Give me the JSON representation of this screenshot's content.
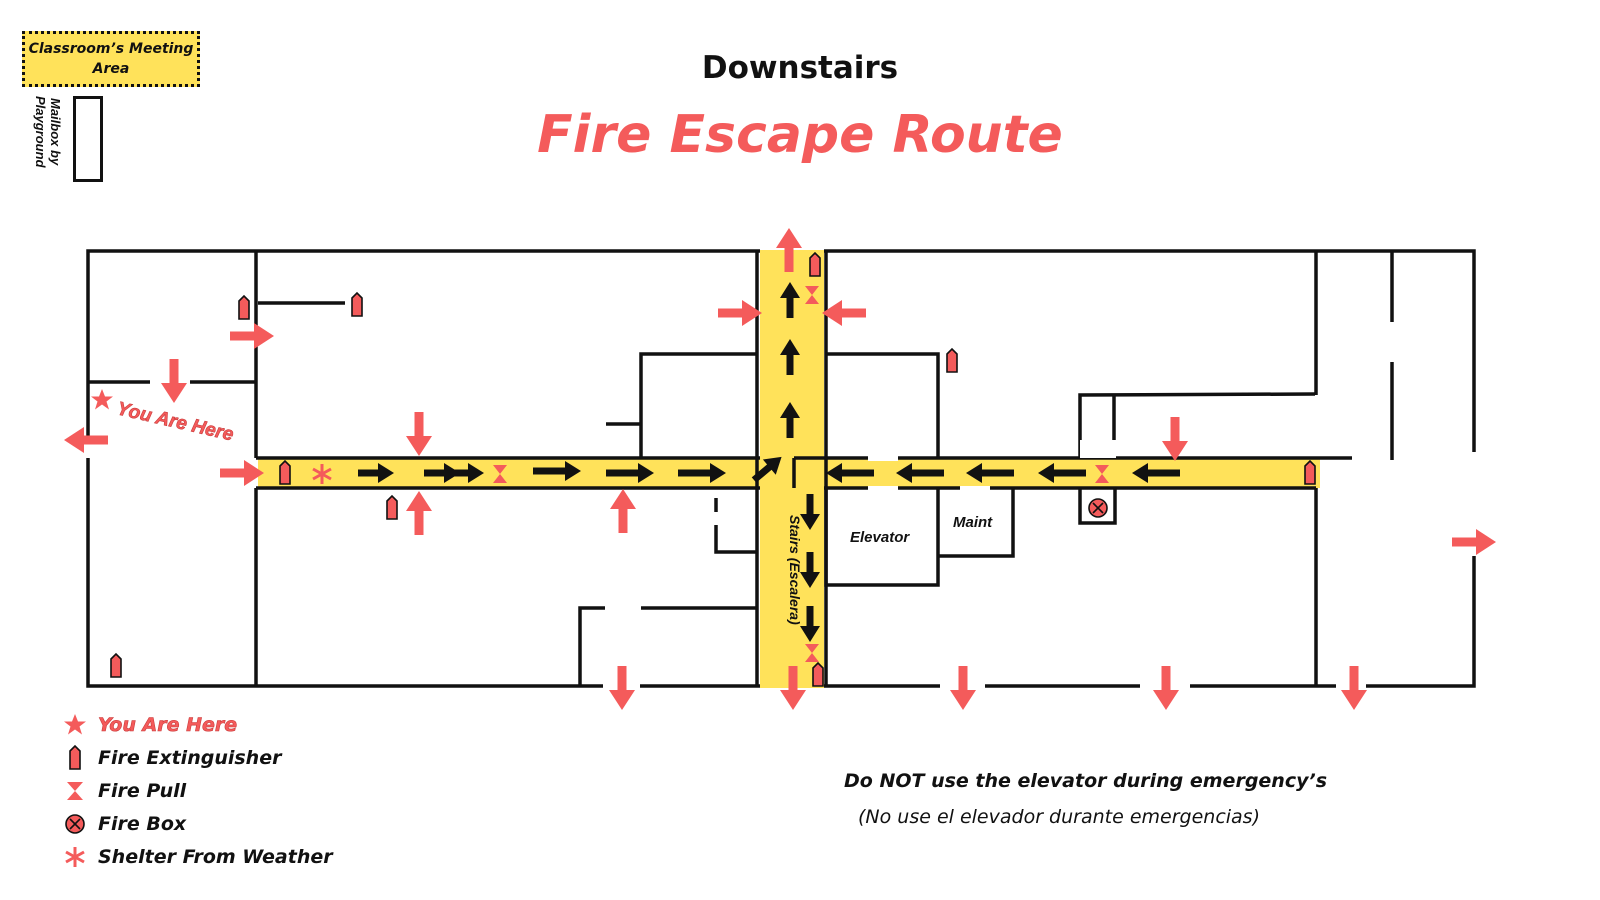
{
  "header": {
    "title": "Downstairs",
    "subtitle": "Fire Escape Route"
  },
  "corner": {
    "meeting_area_line1": "Classroom’s Meeting",
    "meeting_area_line2": "Area",
    "mailbox_line1": "Mailbox by",
    "mailbox_line2": "Playground"
  },
  "map_labels": {
    "you_are_here": "You Are Here",
    "stairs": "Stairs (Escalera)",
    "elevator": "Elevator",
    "maint": "Maint"
  },
  "legend": {
    "items": [
      {
        "icon": "star-icon",
        "label": "You Are Here"
      },
      {
        "icon": "fire-extinguisher-icon",
        "label": "Fire Extinguisher"
      },
      {
        "icon": "fire-pull-icon",
        "label": "Fire Pull"
      },
      {
        "icon": "fire-box-icon",
        "label": "Fire Box"
      },
      {
        "icon": "asterisk-icon",
        "label": "Shelter From Weather"
      }
    ]
  },
  "notes": {
    "english": "Do NOT use the elevator during emergency’s",
    "spanish": "(No use el elevador durante emergencias)"
  },
  "colors": {
    "route": "#ffe25a",
    "accent": "#f45b5b",
    "wall": "#111111"
  }
}
